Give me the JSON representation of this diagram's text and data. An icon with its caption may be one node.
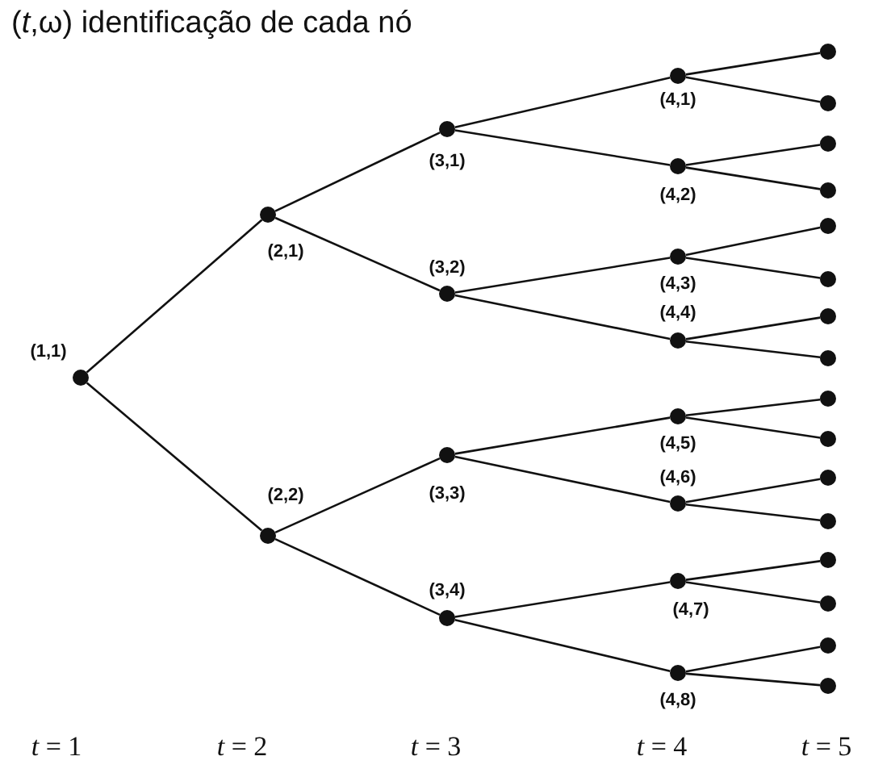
{
  "diagram": {
    "title": "(*t*,ω) identificação de cada nó",
    "nodes": [
      {
        "text": [],
        "shape": "circle",
        "beside": [
          "(1,1)"
        ]
      },
      {
        "text": [],
        "shape": "circle",
        "beside": [
          "(2,1)"
        ]
      },
      {
        "text": [],
        "shape": "circle",
        "beside": [
          "(2,2)"
        ]
      },
      {
        "text": [],
        "shape": "circle",
        "beside": [
          "(3,1)"
        ]
      },
      {
        "text": [],
        "shape": "circle",
        "beside": [
          "(3,2)"
        ]
      },
      {
        "text": [],
        "shape": "circle",
        "beside": [
          "(3,3)"
        ]
      },
      {
        "text": [],
        "shape": "circle",
        "beside": [
          "(3,4)"
        ]
      },
      {
        "text": [],
        "shape": "circle",
        "beside": [
          "(4,1)"
        ]
      },
      {
        "text": [],
        "shape": "circle",
        "beside": [
          "(4,2)"
        ]
      },
      {
        "text": [],
        "shape": "circle",
        "beside": [
          "(4,3)"
        ]
      },
      {
        "text": [],
        "shape": "circle",
        "beside": [
          "(4,4)"
        ]
      },
      {
        "text": [],
        "shape": "circle",
        "beside": [
          "(4,5)"
        ]
      },
      {
        "text": [],
        "shape": "circle",
        "beside": [
          "(4,6)"
        ]
      },
      {
        "text": [],
        "shape": "circle",
        "beside": [
          "(4,7)"
        ]
      },
      {
        "text": [],
        "shape": "circle",
        "beside": [
          "(4,8)"
        ]
      },
      {
        "text": [],
        "shape": "circle"
      },
      {
        "text": [],
        "shape": "circle"
      },
      {
        "text": [],
        "shape": "circle"
      },
      {
        "text": [],
        "shape": "circle"
      },
      {
        "text": [],
        "shape": "circle"
      },
      {
        "text": [],
        "shape": "circle"
      },
      {
        "text": [],
        "shape": "circle"
      },
      {
        "text": [],
        "shape": "circle"
      },
      {
        "text": [],
        "shape": "circle"
      },
      {
        "text": [],
        "shape": "circle"
      },
      {
        "text": [],
        "shape": "circle"
      },
      {
        "text": [],
        "shape": "circle"
      },
      {
        "text": [],
        "shape": "circle"
      },
      {
        "text": [],
        "shape": "circle"
      },
      {
        "text": [],
        "shape": "circle"
      },
      {
        "text": [],
        "shape": "circle"
      }
    ],
    "edges": [
      {
        "from": 0,
        "to": 1,
        "arrow": "none"
      },
      {
        "from": 0,
        "to": 2,
        "arrow": "none"
      },
      {
        "from": 1,
        "to": 3,
        "arrow": "none"
      },
      {
        "from": 1,
        "to": 4,
        "arrow": "none"
      },
      {
        "from": 2,
        "to": 5,
        "arrow": "none"
      },
      {
        "from": 2,
        "to": 6,
        "arrow": "none"
      },
      {
        "from": 3,
        "to": 7,
        "arrow": "none"
      },
      {
        "from": 3,
        "to": 8,
        "arrow": "none"
      },
      {
        "from": 4,
        "to": 9,
        "arrow": "none"
      },
      {
        "from": 4,
        "to": 10,
        "arrow": "none"
      },
      {
        "from": 5,
        "to": 11,
        "arrow": "none"
      },
      {
        "from": 5,
        "to": 12,
        "arrow": "none"
      },
      {
        "from": 6,
        "to": 13,
        "arrow": "none"
      },
      {
        "from": 6,
        "to": 14,
        "arrow": "none"
      },
      {
        "from": 7,
        "to": 15,
        "arrow": "none"
      },
      {
        "from": 7,
        "to": 16,
        "arrow": "none"
      },
      {
        "from": 8,
        "to": 17,
        "arrow": "none"
      },
      {
        "from": 8,
        "to": 18,
        "arrow": "none"
      },
      {
        "from": 9,
        "to": 19,
        "arrow": "none"
      },
      {
        "from": 9,
        "to": 20,
        "arrow": "none"
      },
      {
        "from": 10,
        "to": 21,
        "arrow": "none"
      },
      {
        "from": 10,
        "to": 22,
        "arrow": "none"
      },
      {
        "from": 11,
        "to": 23,
        "arrow": "none"
      },
      {
        "from": 11,
        "to": 24,
        "arrow": "none"
      },
      {
        "from": 12,
        "to": 25,
        "arrow": "none"
      },
      {
        "from": 12,
        "to": 26,
        "arrow": "none"
      },
      {
        "from": 13,
        "to": 27,
        "arrow": "none"
      },
      {
        "from": 13,
        "to": 28,
        "arrow": "none"
      },
      {
        "from": 14,
        "to": 29,
        "arrow": "none"
      },
      {
        "from": 14,
        "to": 30,
        "arrow": "none"
      }
    ],
    "labels": [
      "*t* = 1",
      "*t* = 2",
      "*t* = 3",
      "*t* = 4",
      "*t* = 5"
    ]
  }
}
